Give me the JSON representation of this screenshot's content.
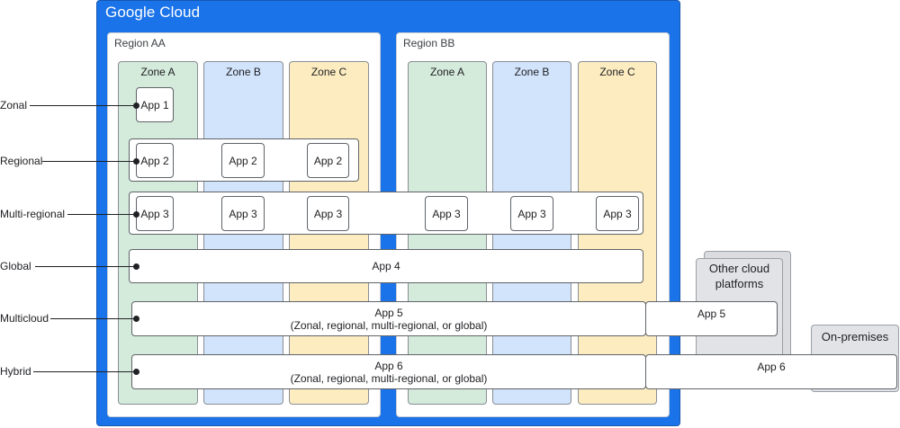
{
  "brand": {
    "name": "Google Cloud"
  },
  "regions": [
    {
      "label": "Region AA",
      "zones": [
        "Zone A",
        "Zone B",
        "Zone C"
      ]
    },
    {
      "label": "Region BB",
      "zones": [
        "Zone A",
        "Zone B",
        "Zone C"
      ]
    }
  ],
  "rows": [
    {
      "label": "Zonal"
    },
    {
      "label": "Regional"
    },
    {
      "label": "Multi-regional"
    },
    {
      "label": "Global"
    },
    {
      "label": "Multicloud"
    },
    {
      "label": "Hybrid"
    }
  ],
  "apps": {
    "app1": "App 1",
    "app2": "App 2",
    "app3": "App 3",
    "app4": "App 4",
    "app5": {
      "name": "App 5",
      "scope": "(Zonal, regional, multi-regional, or global)"
    },
    "app6": {
      "name": "App 6",
      "scope": "(Zonal, regional, multi-regional, or global)"
    }
  },
  "external": {
    "other_cloud": {
      "line1": "Other cloud",
      "line2": "platforms",
      "app": "App 5"
    },
    "on_premises": {
      "title": "On-premises",
      "app": "App 6"
    }
  },
  "colors": {
    "google_cloud": "#1a73e8",
    "zone_a": "#d4eadb",
    "zone_b": "#d2e3fc",
    "zone_c": "#fcecc0",
    "external": "#dadce0"
  }
}
